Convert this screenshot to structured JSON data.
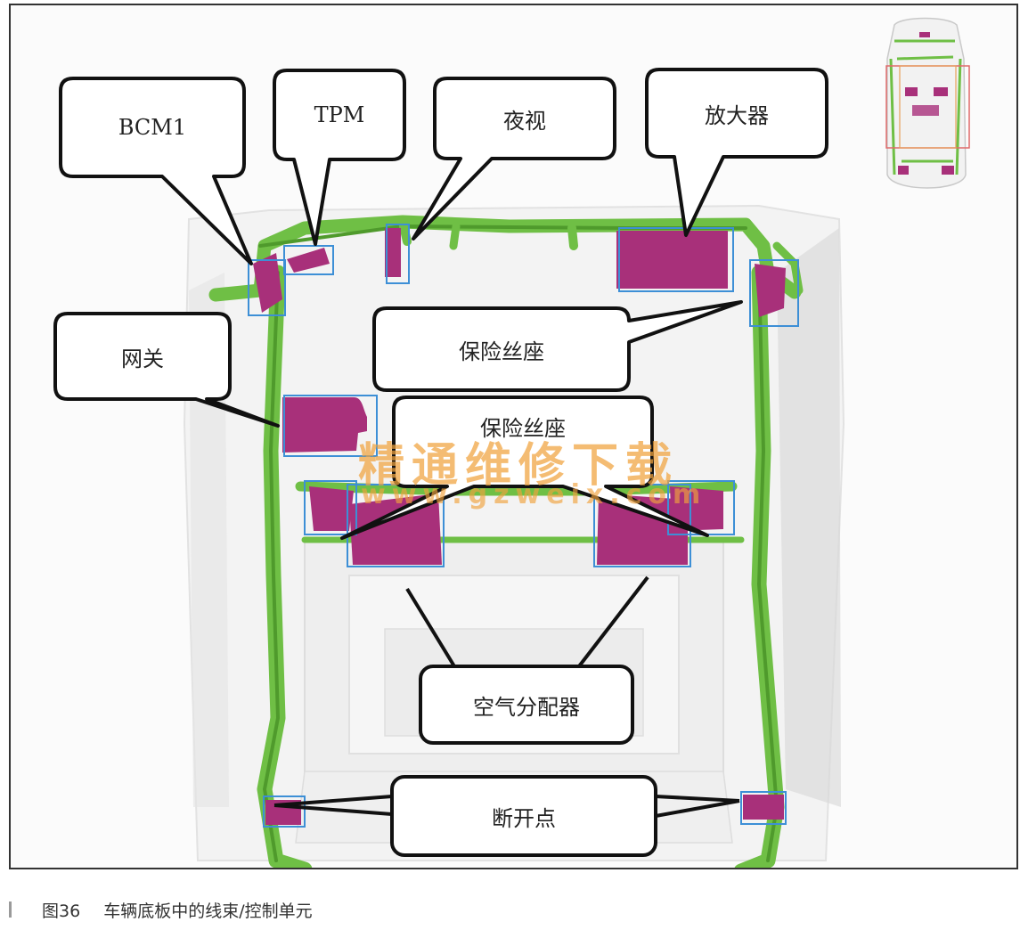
{
  "colors": {
    "harness": "#6fbf45",
    "harness_dark": "#4f9a2c",
    "module": "#a8307a",
    "box": "#3d8fd6",
    "watermark": "#f1a33e",
    "callout_border": "#111111"
  },
  "labels": {
    "bcm1": "BCM1",
    "tpm": "TPM",
    "night_vision": "夜视",
    "amplifier": "放大器",
    "gateway": "网关",
    "fuse_box_right": "保险丝座",
    "fuse_box_center": "保险丝座",
    "air_distributor": "空气分配器",
    "break_point": "断开点"
  },
  "watermark": {
    "text": "精通维修下载",
    "url": "www.gzweix.com"
  },
  "caption": {
    "number": "图36",
    "text": "车辆底板中的线束/控制单元"
  }
}
